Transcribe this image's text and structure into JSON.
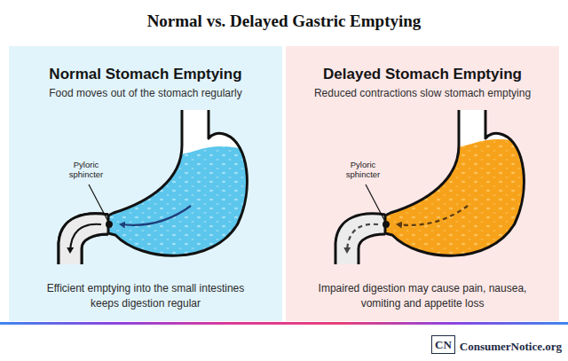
{
  "diagram": {
    "title": "Normal vs. Delayed Gastric Emptying",
    "nodes": [
      {
        "text": [
          "Normal Stomach Emptying",
          "Food moves out of the stomach regularly",
          "Efficient emptying into the small intestines keeps digestion regular"
        ]
      },
      {
        "text": [
          "Delayed Stomach Emptying",
          "Reduced contractions slow stomach emptying",
          "Impaired digestion may cause pain, nausea, vomiting and appetite loss"
        ]
      },
      {
        "text": [
          "CN"
        ]
      }
    ],
    "labels": [
      "Pyloric sphincter",
      "Pyloric sphincter",
      "ConsumerNotice.org"
    ]
  }
}
